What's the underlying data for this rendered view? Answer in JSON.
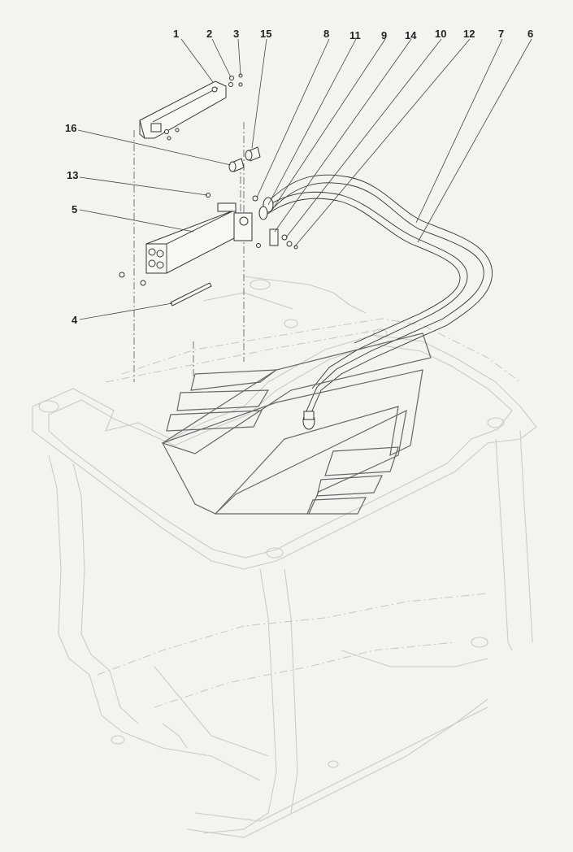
{
  "callouts": {
    "c1": "1",
    "c2": "2",
    "c3": "3",
    "c15": "15",
    "c8": "8",
    "c11": "11",
    "c9": "9",
    "c14": "14",
    "c10": "10",
    "c12": "12",
    "c7": "7",
    "c6": "6",
    "c16": "16",
    "c13": "13",
    "c5": "5",
    "c4": "4"
  },
  "colors": {
    "background": "#f2f4ef",
    "frame": "#c9ccc6",
    "part_outline": "#333333",
    "callout_text": "#222222"
  }
}
